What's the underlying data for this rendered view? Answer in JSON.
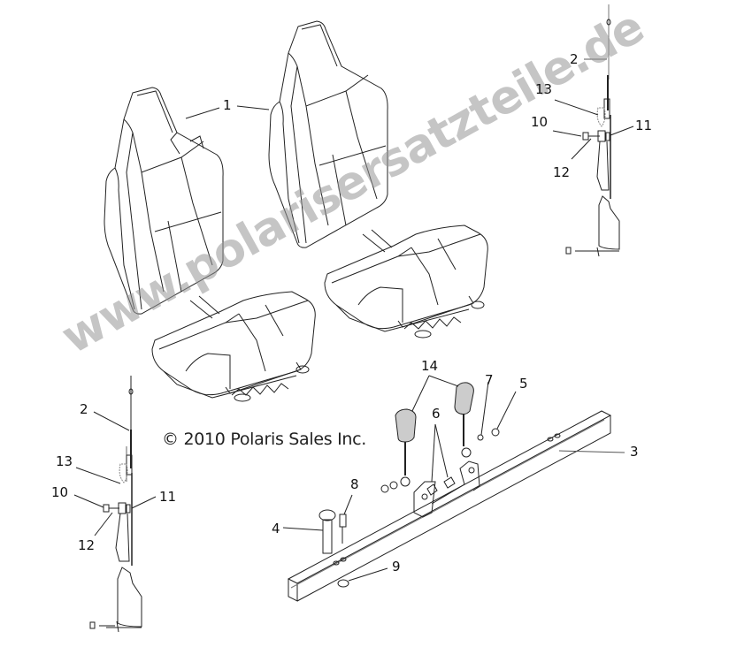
{
  "diagram": {
    "title": "Seats and Seat Belts exploded parts diagram",
    "copyright": "© 2010 Polaris Sales Inc.",
    "watermark": "www.polarisersatzteile.de",
    "colors": {
      "line": "#222222",
      "background": "#ffffff",
      "watermark": "#969696"
    },
    "callouts": [
      {
        "id": "c1",
        "label": "1",
        "part": "seat-assembly"
      },
      {
        "id": "c2a",
        "label": "2",
        "part": "seat-belt-shoulder-strap-right"
      },
      {
        "id": "c13a",
        "label": "13",
        "part": "belt-guide-right"
      },
      {
        "id": "c10a",
        "label": "10",
        "part": "bolt-right"
      },
      {
        "id": "c11a",
        "label": "11",
        "part": "nut-right"
      },
      {
        "id": "c12a",
        "label": "12",
        "part": "spacer-right"
      },
      {
        "id": "c2b",
        "label": "2",
        "part": "seat-belt-shoulder-strap-left"
      },
      {
        "id": "c13b",
        "label": "13",
        "part": "belt-guide-left"
      },
      {
        "id": "c10b",
        "label": "10",
        "part": "bolt-left"
      },
      {
        "id": "c11b",
        "label": "11",
        "part": "nut-left"
      },
      {
        "id": "c12b",
        "label": "12",
        "part": "spacer-left"
      },
      {
        "id": "c14",
        "label": "14",
        "part": "seat-belt-buckle"
      },
      {
        "id": "c7",
        "label": "7",
        "part": "washer"
      },
      {
        "id": "c5",
        "label": "5",
        "part": "nut"
      },
      {
        "id": "c6",
        "label": "6",
        "part": "bolt-pair"
      },
      {
        "id": "c3",
        "label": "3",
        "part": "crossbar-tube"
      },
      {
        "id": "c8",
        "label": "8",
        "part": "plunger-pin"
      },
      {
        "id": "c4",
        "label": "4",
        "part": "bolt"
      },
      {
        "id": "c9",
        "label": "9",
        "part": "flange-nut"
      }
    ]
  }
}
